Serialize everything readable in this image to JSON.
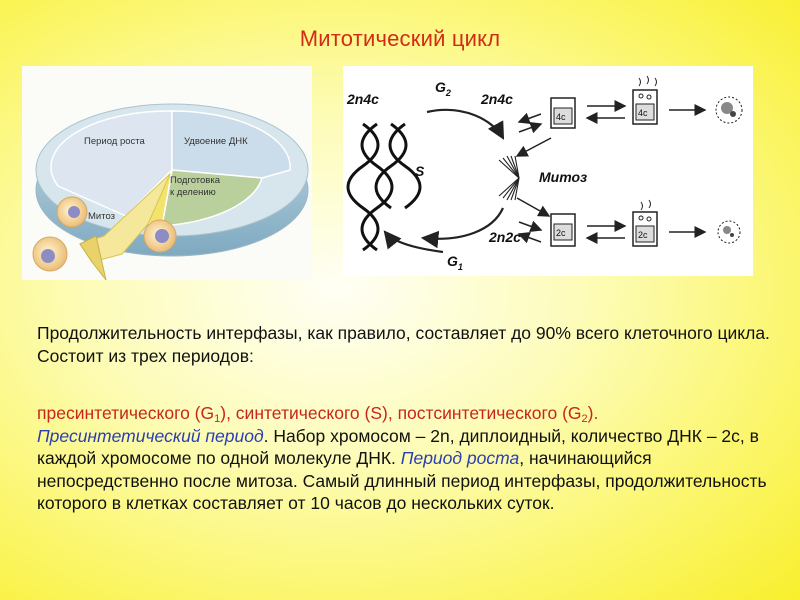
{
  "slide": {
    "title": "Митотический цикл"
  },
  "left_diagram": {
    "label_growth": "Период роста",
    "label_dna": "Удвоение ДНК",
    "label_prep_1": "Подготовка",
    "label_prep_2": "к делению",
    "label_mitosis": "Митоз"
  },
  "right_diagram": {
    "g2_left": "2n4c",
    "g2_label": "G",
    "g2_sub": "2",
    "g2_right": "2n4c",
    "s_label": "S",
    "mitosis_label": "Митоз",
    "g1_label": "G",
    "g1_sub": "1",
    "g1_mid": "2n2c",
    "box_4c": "4c",
    "box_2c": "2c"
  },
  "text": {
    "p1": "Продолжительность интерфазы, как правило, составляет до 90% всего клеточного цикла. Состоит из трех периодов:",
    "p2_red_a": "пресинтетического (G",
    "p2_red_a_sub": "1",
    "p2_red_b": "), синтетического (S), постсинтетического (G",
    "p2_red_b_sub": "2",
    "p2_red_c": ").",
    "p2_blue_1": "Пресинтетический период",
    "p2_black_1": ". Набор хромосом – 2n, диплоидный, количество ДНК – 2с, в каждой хромосоме по одной молекуле ДНК.",
    "p2_blue_2": "Период роста",
    "p2_black_2": ", начинающийся непосредственно после митоза. Самый длинный период интерфазы, продолжительность которого в клетках составляет от 10 часов до нескольких суток."
  },
  "colors": {
    "title": "#d42a18",
    "red_text": "#c8261a",
    "blue_text": "#2a3fb0",
    "growth_sector": "#dde6f0",
    "dna_sector": "#cbdcea",
    "prep_sector": "#b9cf9c",
    "mitosis_sector": "#f3e36a"
  }
}
